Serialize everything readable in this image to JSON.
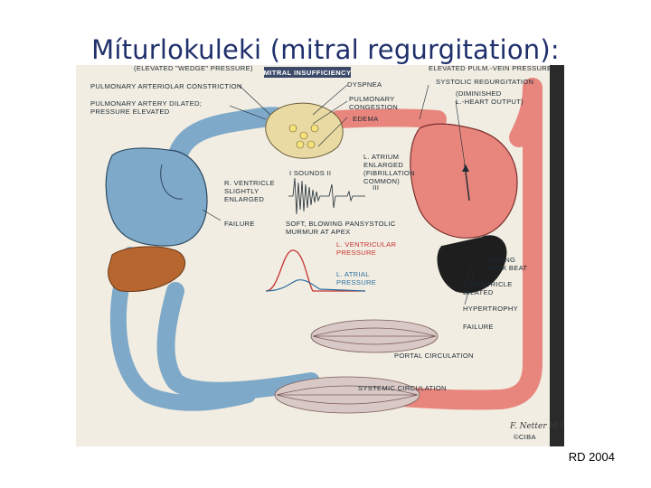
{
  "slide": {
    "title": "Míturlokuleki (mitral regurgitation):",
    "footer": "RD 2004"
  },
  "figure": {
    "banner": "MITRAL INSUFFICIENCY",
    "labels_left": {
      "elevated_wedge": "(ELEVATED \"WEDGE\" PRESSURE)",
      "pulm_arteriolar": "PULMONARY ARTERIOLAR CONSTRICTION",
      "pulm_artery_1": "PULMONARY ARTERY DILATED;",
      "pulm_artery_2": "PRESSURE ELEVATED",
      "r_ventricle_1": "R. VENTRICLE",
      "r_ventricle_2": "SLIGHTLY",
      "r_ventricle_3": "ENLARGED",
      "failure_left": "FAILURE"
    },
    "labels_center": {
      "dyspnea": "DYSPNEA",
      "pulm_congestion_1": "PULMONARY",
      "pulm_congestion_2": "CONGESTION",
      "edema": "EDEMA",
      "sounds": "I SOUNDS II",
      "sound_iii": "III",
      "murmur_1": "SOFT, BLOWING PANSYSTOLIC",
      "murmur_2": "MURMUR AT APEX",
      "lv_pressure_1": "L. VENTRICULAR",
      "lv_pressure_2": "PRESSURE",
      "la_pressure_1": "L. ATRIAL",
      "la_pressure_2": "PRESSURE",
      "l_atrium_1": "L. ATRIUM",
      "l_atrium_2": "ENLARGED",
      "l_atrium_3": "(FIBRILLATION",
      "l_atrium_4": "COMMON)"
    },
    "labels_right": {
      "elevated_pulm_vein": "ELEVATED PULM.-VEIN PRESSURE",
      "systolic_regurg": "SYSTOLIC REGURGITATION",
      "diminished_1": "(DIMINISHED",
      "diminished_2": "L.-HEART OUTPUT)",
      "lifting_1": "LIFTING",
      "lifting_2": "APEX BEAT",
      "lv_dilated_1": "L. VENTRICLE",
      "lv_dilated_2": "DILATED",
      "hypertrophy": "HYPERTROPHY",
      "failure_right": "FAILURE"
    },
    "labels_bottom": {
      "portal": "PORTAL CIRCULATION",
      "systemic": "SYSTEMIC CIRCULATION"
    },
    "signature": "F. Netter M.D.",
    "ciba": "©CIBA"
  },
  "colors": {
    "title": "#1f2f6b",
    "background": "#f1ede2",
    "blue_vessel": "#7fa9c9",
    "red_vessel": "#e8867e",
    "liver": "#b8662f"
  }
}
